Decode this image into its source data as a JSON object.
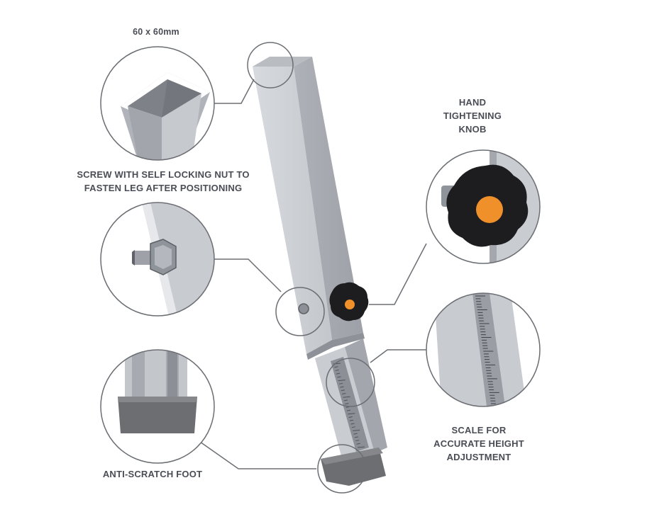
{
  "callouts": {
    "dimension": {
      "lines": [
        "60 x 60mm"
      ]
    },
    "screw": {
      "lines": [
        "SCREW WITH SELF LOCKING NUT TO",
        "FASTEN LEG AFTER POSITIONING"
      ]
    },
    "knob": {
      "lines": [
        "HAND",
        "TIGHTENING",
        "KNOB"
      ]
    },
    "scale": {
      "lines": [
        "SCALE FOR",
        "ACCURATE HEIGHT",
        "ADJUSTMENT"
      ]
    },
    "foot": {
      "lines": [
        "ANTI-SCRATCH FOOT"
      ]
    }
  },
  "colors": {
    "label_text": "#4a4d55",
    "leg_metal": "#c5c9cf",
    "knob_black": "#1d1d1f",
    "knob_center": "#f0902a",
    "foot": "#6c6e72",
    "circle_stroke": "#6b6e73"
  }
}
